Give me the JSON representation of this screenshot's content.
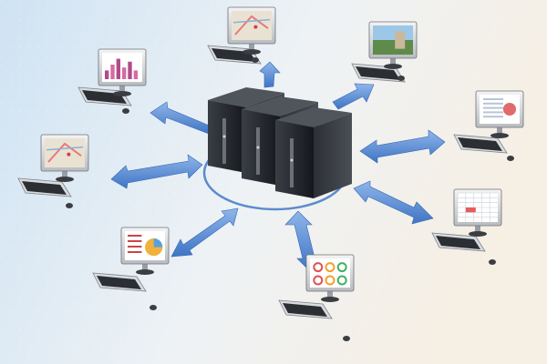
{
  "scene": {
    "background_left": "#cfe3f3",
    "background_right": "#f6efe4",
    "arrow_color": "#5b8fd6",
    "ring_color": "#4a7fc9",
    "server_color": "#2a2d33",
    "server_count": 3
  },
  "workstations": [
    {
      "screen": "map"
    },
    {
      "screen": "photo"
    },
    {
      "screen": "bar-chart"
    },
    {
      "screen": "report-table"
    },
    {
      "screen": "map"
    },
    {
      "screen": "spreadsheet"
    },
    {
      "screen": "pie-chart"
    },
    {
      "screen": "gauge-dashboard"
    }
  ]
}
